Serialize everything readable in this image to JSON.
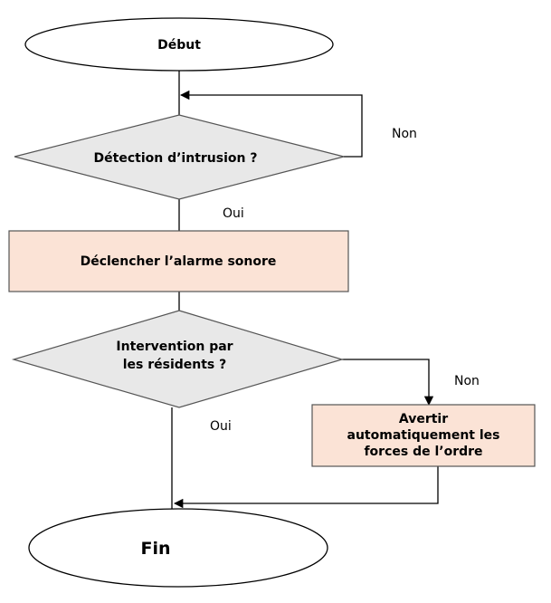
{
  "nodes": {
    "start": {
      "label": "Début",
      "shape": "ellipse"
    },
    "decision1": {
      "label": "Détection d’intrusion ?",
      "shape": "diamond"
    },
    "action1": {
      "label": "Déclencher l’alarme sonore",
      "shape": "rectangle"
    },
    "decision2": {
      "lines": [
        "Intervention par",
        "les résidents ?"
      ],
      "shape": "diamond"
    },
    "action2": {
      "lines": [
        "Avertir",
        "automatiquement les",
        "forces de l’ordre"
      ],
      "shape": "rectangle"
    },
    "end": {
      "label": "Fin",
      "shape": "ellipse"
    }
  },
  "edges": {
    "d1_no": "Non",
    "d1_yes": "Oui",
    "d2_no": "Non",
    "d2_yes": "Oui"
  },
  "colors": {
    "diamond_fill": "#e8e8e8",
    "action_fill": "#fbe3d6",
    "ellipse_fill": "#ffffff",
    "stroke": "#000000"
  }
}
